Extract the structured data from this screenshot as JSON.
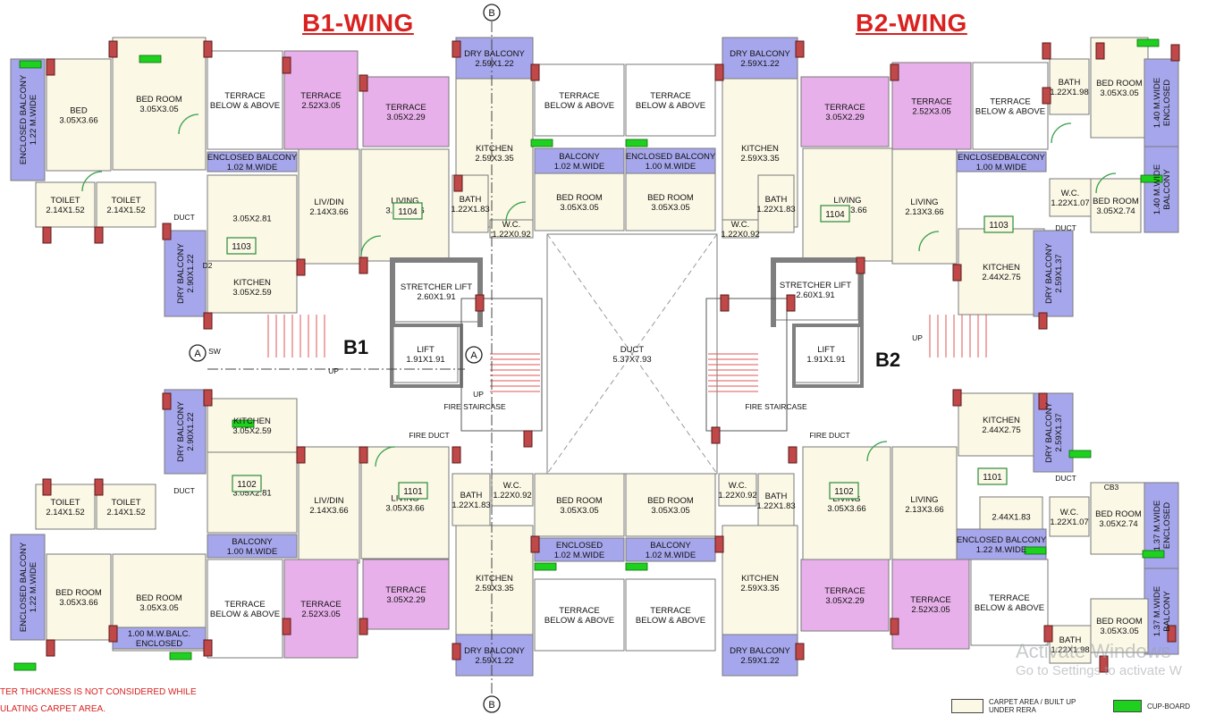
{
  "titles": {
    "b1": "B1-WING",
    "b2": "B2-WING"
  },
  "buildings": {
    "b1": "B1",
    "b2": "B2"
  },
  "colors": {
    "carpet": "#fbf8e5",
    "terrace_pink": "#e8b0ea",
    "balcony_blue": "#a6a6ec",
    "cupboard_green": "#1fd11f",
    "column_red": "#cf2828",
    "wall": "#6a6a6a",
    "door_green": "#3ba24f",
    "title_red": "#d9211f"
  },
  "rooms": [
    {
      "name": "ENCLOSED BALCONY",
      "dim": "1.22 M.WIDE",
      "color": "balcony_blue",
      "vertical": true
    },
    {
      "name": "BED",
      "dim": "3.05X3.66",
      "color": "carpet"
    },
    {
      "name": "BED ROOM",
      "dim": "3.05X3.05",
      "color": "carpet"
    },
    {
      "name": "TERRACE",
      "dim": "BELOW & ABOVE",
      "color": "white"
    },
    {
      "name": "TERRACE",
      "dim": "2.52X3.05",
      "color": "terrace_pink"
    },
    {
      "name": "TERRACE",
      "dim": "3.05X2.29",
      "color": "terrace_pink"
    },
    {
      "name": "DRY BALCONY",
      "dim": "2.59X1.22",
      "color": "balcony_blue"
    },
    {
      "name": "KITCHEN",
      "dim": "2.59X3.35",
      "color": "carpet"
    },
    {
      "name": "TERRACE",
      "dim": "BELOW & ABOVE",
      "color": "white"
    },
    {
      "name": "TERRACE",
      "dim": "BELOW & ABOVE",
      "color": "white"
    },
    {
      "name": "ENCLOSED BALCONY",
      "dim": "1.02 M.WIDE",
      "color": "balcony_blue"
    },
    {
      "name": "BALCONY",
      "dim": "1.02 M.WIDE",
      "color": "balcony_blue"
    },
    {
      "name": "BED ROOM",
      "dim": "3.05X3.05",
      "color": "carpet"
    },
    {
      "name": "BED ROOM",
      "dim": "3.05X3.05",
      "color": "carpet"
    },
    {
      "name": "ENCLOSED BALCONY",
      "dim": "1.00 M.WIDE",
      "color": "balcony_blue"
    },
    {
      "name": "TOILET",
      "dim": "2.14X1.52",
      "color": "carpet"
    },
    {
      "name": "TOILET",
      "dim": "2.14X1.52",
      "color": "carpet"
    },
    {
      "name": "LIV/DIN",
      "dim": "2.14X3.66",
      "color": "carpet"
    },
    {
      "name": "",
      "dim": "3.05X2.81",
      "color": "carpet"
    },
    {
      "name": "KITCHEN",
      "dim": "3.05X2.59",
      "color": "carpet"
    },
    {
      "name": "DRY BALCONY",
      "dim": "2.90X1.22",
      "color": "balcony_blue",
      "vertical": true
    },
    {
      "name": "LIVING",
      "dim": "3.05X3.66",
      "color": "carpet"
    },
    {
      "name": "BATH",
      "dim": "1.22X1.83",
      "color": "carpet"
    },
    {
      "name": "W.C.",
      "dim": "1.22X0.92",
      "color": "carpet"
    },
    {
      "name": "DRY BALCONY",
      "dim": "2.59X1.22",
      "color": "balcony_blue"
    },
    {
      "name": "KITCHEN",
      "dim": "2.59X3.35",
      "color": "carpet"
    },
    {
      "name": "TERRACE",
      "dim": "3.05X2.29",
      "color": "terrace_pink"
    },
    {
      "name": "TERRACE",
      "dim": "2.52X3.05",
      "color": "terrace_pink"
    },
    {
      "name": "TERRACE",
      "dim": "BELOW & ABOVE",
      "color": "white"
    },
    {
      "name": "BATH",
      "dim": "1.22X1.98",
      "color": "carpet"
    },
    {
      "name": "BED ROOM",
      "dim": "3.05X3.05",
      "color": "carpet"
    },
    {
      "name": "1.40 M.WIDE",
      "dim": "ENCLOSED",
      "color": "balcony_blue",
      "vertical": true
    },
    {
      "name": "1.40 M.WIDE",
      "dim": "BALCONY",
      "color": "balcony_blue",
      "vertical": true
    },
    {
      "name": "ENCLOSEDBALCONY",
      "dim": "1.00 M.WIDE",
      "color": "balcony_blue"
    },
    {
      "name": "W.C.",
      "dim": "1.22X1.07",
      "color": "carpet"
    },
    {
      "name": "BED ROOM",
      "dim": "3.05X2.74",
      "color": "carpet"
    },
    {
      "name": "LIVING",
      "dim": "3.05X3.66",
      "color": "carpet"
    },
    {
      "name": "LIVING",
      "dim": "2.13X3.66",
      "color": "carpet"
    },
    {
      "name": "BATH",
      "dim": "1.22X1.83",
      "color": "carpet"
    },
    {
      "name": "W.C.",
      "dim": "1.22X0.92",
      "color": "carpet"
    },
    {
      "name": "KITCHEN",
      "dim": "2.44X2.75",
      "color": "carpet"
    },
    {
      "name": "DRY BALCONY",
      "dim": "2.59X1.37",
      "color": "balcony_blue",
      "vertical": true
    },
    {
      "name": "KITCHEN",
      "dim": "3.05X2.59",
      "color": "carpet"
    },
    {
      "name": "DRY BALCONY",
      "dim": "2.90X1.22",
      "color": "balcony_blue",
      "vertical": true
    },
    {
      "name": "TOILET",
      "dim": "2.14X1.52",
      "color": "carpet"
    },
    {
      "name": "TOILET",
      "dim": "2.14X1.52",
      "color": "carpet"
    },
    {
      "name": "",
      "dim": "3.05X2.81",
      "color": "carpet"
    },
    {
      "name": "LIV/DIN",
      "dim": "2.14X3.66",
      "color": "carpet"
    },
    {
      "name": "BALCONY",
      "dim": "1.00 M.WIDE",
      "color": "balcony_blue"
    },
    {
      "name": "ENCLOSED BALCONY",
      "dim": "1.22 M.WIDE",
      "color": "balcony_blue",
      "vertical": true
    },
    {
      "name": "BED ROOM",
      "dim": "3.05X3.66",
      "color": "carpet"
    },
    {
      "name": "BED ROOM",
      "dim": "3.05X3.05",
      "color": "carpet"
    },
    {
      "name": "1.00 M.W.BALC.",
      "dim": "ENCLOSED",
      "color": "balcony_blue"
    },
    {
      "name": "TERRACE",
      "dim": "BELOW & ABOVE",
      "color": "white"
    },
    {
      "name": "TERRACE",
      "dim": "2.52X3.05",
      "color": "terrace_pink"
    },
    {
      "name": "TERRACE",
      "dim": "3.05X2.29",
      "color": "terrace_pink"
    },
    {
      "name": "LIVING",
      "dim": "3.05X3.66",
      "color": "carpet"
    },
    {
      "name": "BATH",
      "dim": "1.22X1.83",
      "color": "carpet"
    },
    {
      "name": "W.C.",
      "dim": "1.22X0.92",
      "color": "carpet"
    },
    {
      "name": "KITCHEN",
      "dim": "2.59X3.35",
      "color": "carpet"
    },
    {
      "name": "DRY BALCONY",
      "dim": "2.59X1.22",
      "color": "balcony_blue"
    },
    {
      "name": "BED ROOM",
      "dim": "3.05X3.05",
      "color": "carpet"
    },
    {
      "name": "BED ROOM",
      "dim": "3.05X3.05",
      "color": "carpet"
    },
    {
      "name": "ENCLOSED",
      "dim": "1.02 M.WIDE",
      "color": "balcony_blue"
    },
    {
      "name": "BALCONY",
      "dim": "1.02 M.WIDE",
      "color": "balcony_blue"
    },
    {
      "name": "TERRACE",
      "dim": "BELOW & ABOVE",
      "color": "white"
    },
    {
      "name": "TERRACE",
      "dim": "BELOW & ABOVE",
      "color": "white"
    },
    {
      "name": "W.C.",
      "dim": "1.22X0.92",
      "color": "carpet"
    },
    {
      "name": "BATH",
      "dim": "1.22X1.83",
      "color": "carpet"
    },
    {
      "name": "KITCHEN",
      "dim": "2.59X3.35",
      "color": "carpet"
    },
    {
      "name": "DRY BALCONY",
      "dim": "2.59X1.22",
      "color": "balcony_blue"
    },
    {
      "name": "LIVING",
      "dim": "3.05X3.66",
      "color": "carpet"
    },
    {
      "name": "LIVING",
      "dim": "2.13X3.66",
      "color": "carpet"
    },
    {
      "name": "KITCHEN",
      "dim": "2.44X2.75",
      "color": "carpet"
    },
    {
      "name": "DRY BALCONY",
      "dim": "2.59X1.37",
      "color": "balcony_blue",
      "vertical": true
    },
    {
      "name": "",
      "dim": "2.44X1.83",
      "color": "carpet"
    },
    {
      "name": "ENCLOSED BALCONY",
      "dim": "1.22 M.WIDE",
      "color": "balcony_blue"
    },
    {
      "name": "TERRACE",
      "dim": "3.05X2.29",
      "color": "terrace_pink"
    },
    {
      "name": "TERRACE",
      "dim": "2.52X3.05",
      "color": "terrace_pink"
    },
    {
      "name": "TERRACE",
      "dim": "BELOW & ABOVE",
      "color": "white"
    },
    {
      "name": "W.C.",
      "dim": "1.22X1.07",
      "color": "carpet"
    },
    {
      "name": "BED ROOM",
      "dim": "3.05X2.74",
      "color": "carpet"
    },
    {
      "name": "1.37 M.WIDE",
      "dim": "ENCLOSED",
      "color": "balcony_blue",
      "vertical": true
    },
    {
      "name": "1.37 M.WIDE",
      "dim": "BALCONY",
      "color": "balcony_blue",
      "vertical": true
    },
    {
      "name": "BATH",
      "dim": "1.22X1.98",
      "color": "carpet"
    },
    {
      "name": "BED ROOM",
      "dim": "3.05X3.05",
      "color": "carpet"
    },
    {
      "name": "STRETCHER LIFT",
      "dim": "2.60X1.91",
      "color": "white"
    },
    {
      "name": "LIFT",
      "dim": "1.91X1.91",
      "color": "white"
    },
    {
      "name": "STRETCHER LIFT",
      "dim": "2.60X1.91",
      "color": "white"
    },
    {
      "name": "LIFT",
      "dim": "1.91X1.91",
      "color": "white"
    },
    {
      "name": "DUCT",
      "dim": "5.37X7.93",
      "color": "white"
    }
  ],
  "unit_numbers": [
    "1103",
    "1104",
    "1103",
    "1104",
    "1102",
    "1101",
    "1102",
    "1101"
  ],
  "misc_labels": [
    "DUCT",
    "DUCT",
    "DUCT",
    "DUCT",
    "D2",
    "SW",
    "UP",
    "UP",
    "UP",
    "FIRE STAIRCASE",
    "FIRE STAIRCASE",
    "FIRE DUCT",
    "FIRE DUCT",
    "CB3"
  ],
  "markers": [
    "B",
    "B",
    "A",
    "A"
  ],
  "notes": {
    "line1": "TER THICKNESS IS NOT CONSIDERED WHILE",
    "line2": "ULATING CARPET AREA."
  },
  "legend": {
    "carpet": "CARPET AREA / BUILT UP UNDER RERA",
    "cupboard": "CUP-BOARD"
  },
  "watermark": {
    "line1": "Activate Windows",
    "line2": "Go to Settings to activate W"
  }
}
